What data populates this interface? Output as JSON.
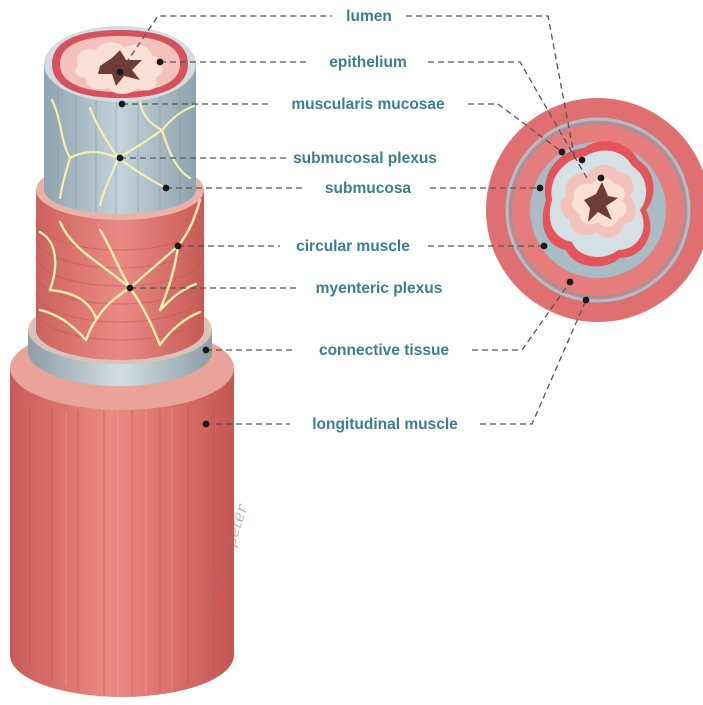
{
  "labels": {
    "lumen": "lumen",
    "epithelium": "epithelium",
    "muscularis_mucosae": "muscularis mucosae",
    "submucosal_plexus": "submucosal plexus",
    "submucosa": "submucosa",
    "circular_muscle": "circular muscle",
    "myenteric_plexus": "myenteric plexus",
    "connective_tissue": "connective tissue",
    "longitudinal_muscle": "longitudinal muscle"
  },
  "artist_signature": "R. Trompeter",
  "colors": {
    "label_text": "#3d7e8c",
    "muscle": "#e07d78",
    "muscle_dark": "#c95f5b",
    "submucosa": "#a9bcc6",
    "connective": "#b9c6cc",
    "nerve": "#f4ecaa",
    "epithelium": "#f8d1c0",
    "lumen": "#6e3b35"
  }
}
